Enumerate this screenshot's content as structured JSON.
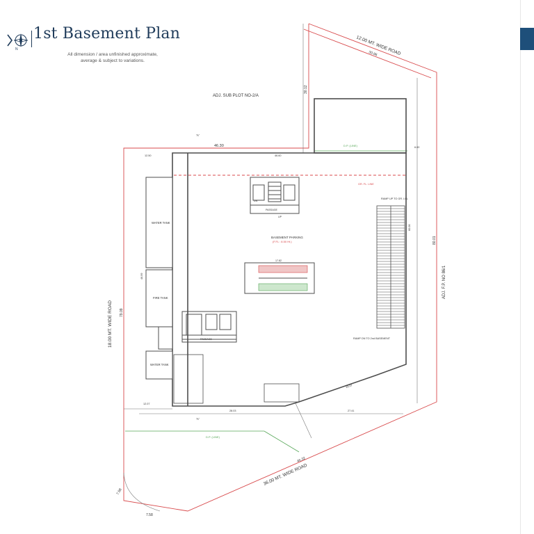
{
  "header": {
    "title": "1st Basement Plan",
    "subtitle_line1": "All dimension / area unfinished approximate,",
    "subtitle_line2": "average & subject to variations."
  },
  "colors": {
    "brand_blue": "#1e4f7a",
    "plot_line_red": "#d8494b",
    "dp_line_green": "#56a657",
    "wall_gray": "#4d4d4d"
  },
  "icons": [
    "compass-icon"
  ],
  "plan": {
    "roads": {
      "top": "12.00 MT. WIDE ROAD",
      "left": "18.00 MT. WIDE ROAD",
      "bottom": "36.00 MT. WIDE ROAD"
    },
    "adjacent": {
      "sub_plot": "ADJ. SUB PLOT NO-2/A",
      "right": "ADJ. F.P. NO 86/1"
    },
    "labels": {
      "basement_parking": "BASEMENT PARKING",
      "parking_sub": "(F.FL : 8.50 Ht.)",
      "water_tank_top": "WATER TANK",
      "fire_tank": "FIRE TANK",
      "water_tank_bottom": "WATER TANK",
      "ramp_up": "RAMP UP TO GR. LVL",
      "ramp_down": "RAMP DN TO 2nd BASEMENT",
      "passage_top": "PASSAGE",
      "passage_bottom": "PASSAGE",
      "dp_line_top": "D.P. (LINE)",
      "dp_line_bottom": "D.P. (LINE)",
      "gr_fl_line": "GR. FL. LINE",
      "section_a_top": "'A'",
      "section_a_bottom": "'A'",
      "up": "UP",
      "dn": "DN"
    },
    "dimensions": {
      "top_road_width": "30.96",
      "sub_plot_depth": "30.12",
      "plot_top": "46.30",
      "top_inner": "46.60",
      "bottom_road_length": "46.32",
      "left_side": "79.09",
      "left_inner": "46.99",
      "right_side": "80.01",
      "right_inner": "60.06",
      "bottom_left_seg": "28.03",
      "bottom_right_seg": "27.41",
      "left_margin": "12.07",
      "corner_a": "7.58",
      "corner_b": "7.58",
      "top_setback": "12.50",
      "right_setback": "6.00",
      "diag_inner": "26.07",
      "stair_width": "17.82"
    }
  }
}
